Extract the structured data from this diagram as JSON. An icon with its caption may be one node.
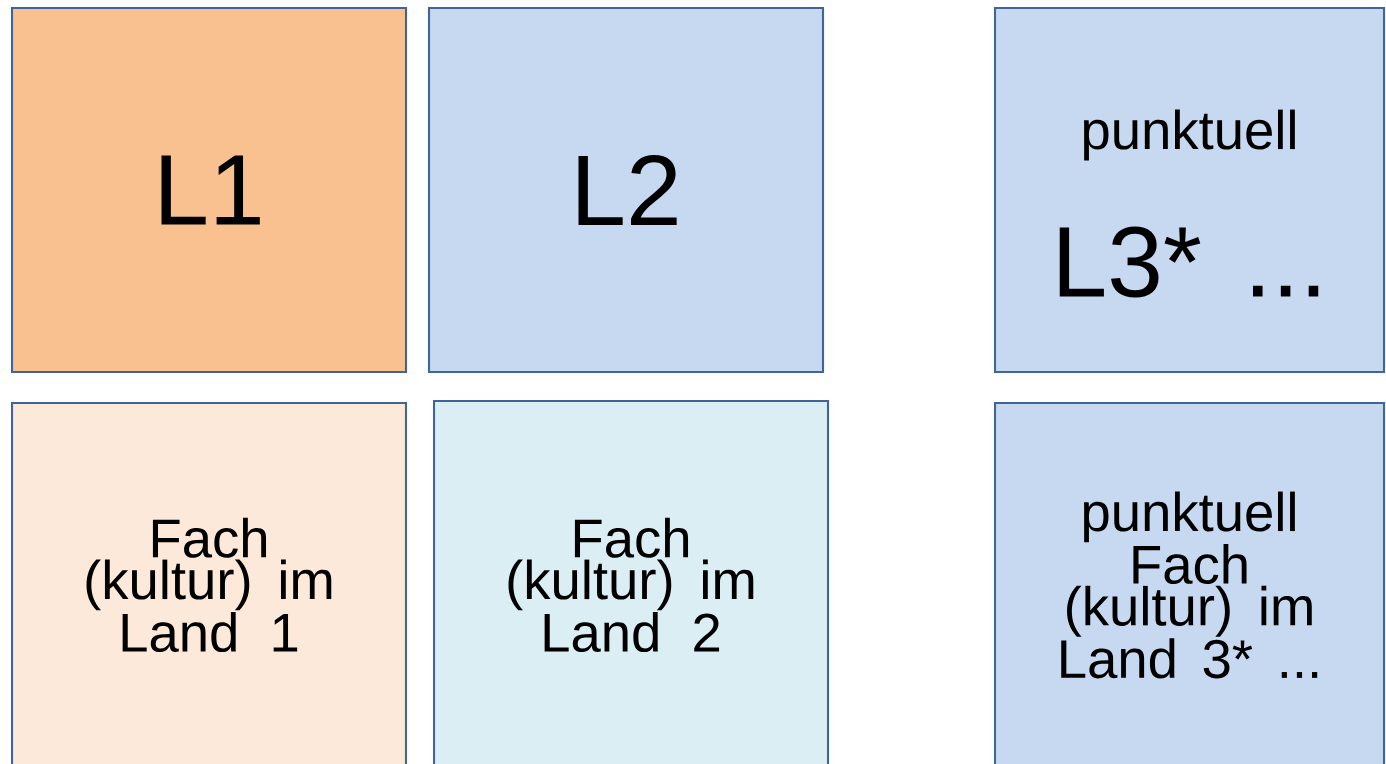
{
  "diagram": {
    "nodes": [
      {
        "text": [
          "L1"
        ]
      },
      {
        "text": [
          "L2"
        ]
      },
      {
        "text": [
          "punktuell",
          "L3* ..."
        ]
      },
      {
        "text": [
          "Fach (kultur) im Land 1"
        ]
      },
      {
        "text": [
          "Fach (kultur) im Land 2"
        ]
      },
      {
        "text": [
          "punktuell Fach (kultur) im Land 3* ..."
        ]
      }
    ]
  }
}
